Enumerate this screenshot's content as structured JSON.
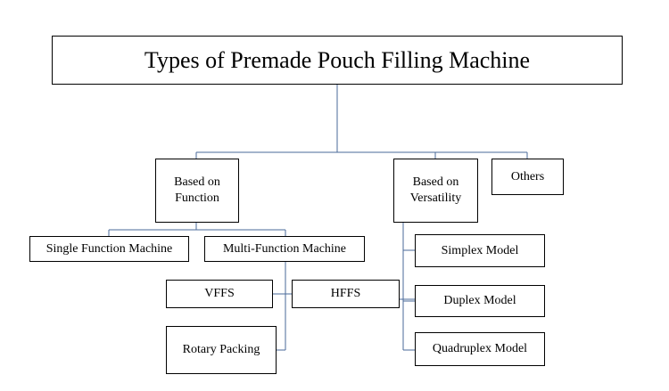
{
  "colors": {
    "connector": "#4a6a9a",
    "border": "#000000",
    "background": "#ffffff"
  },
  "diagram": {
    "title": "Types of Premade Pouch Filling Machine",
    "based_on_function": "Based on\nFunction",
    "based_on_versatility": "Based on\nVersatility",
    "others": "Others",
    "single_function": "Single Function Machine",
    "multi_function": "Multi-Function Machine",
    "vffs": "VFFS",
    "hffs": "HFFS",
    "rotary_packing": "Rotary Packing",
    "simplex": "Simplex Model",
    "duplex": "Duplex Model",
    "quadruplex": "Quadruplex Model"
  }
}
